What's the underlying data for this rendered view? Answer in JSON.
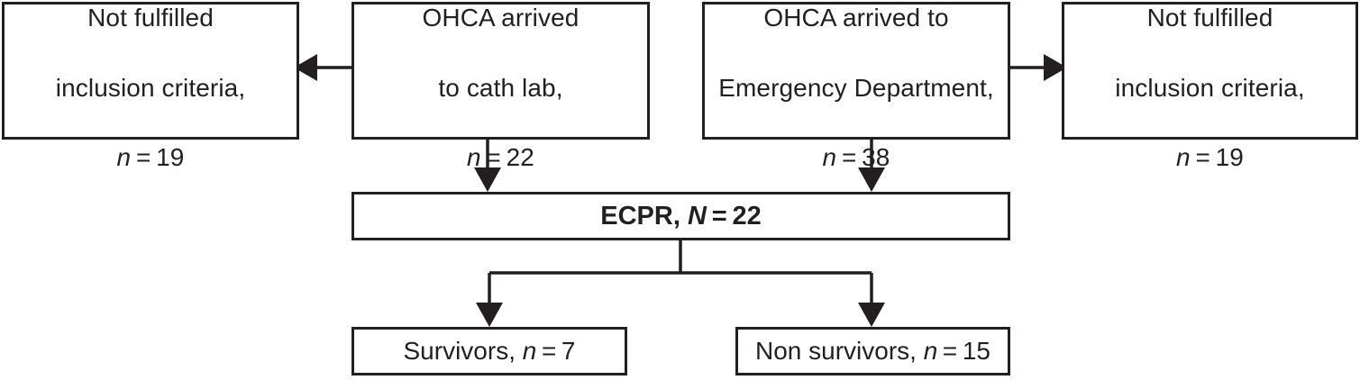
{
  "diagram": {
    "type": "flowchart",
    "title": "ECPR patient inclusion flow diagram",
    "background_color": "#ffffff",
    "line_color": "#231f20",
    "text_color": "#231f20"
  },
  "nodes": {
    "excluded_cathlab": {
      "line1": "Not fulfilled",
      "line2": "inclusion criteria,",
      "stat_symbol": "n",
      "stat_operator": "=",
      "stat_value": "19"
    },
    "arrived_cathlab": {
      "line1": "OHCA arrived",
      "line2": "to cath lab,",
      "stat_symbol": "n",
      "stat_operator": "=",
      "stat_value": "22"
    },
    "arrived_ed": {
      "line1": "OHCA arrived to",
      "line2": "Emergency Department,",
      "stat_symbol": "n",
      "stat_operator": "=",
      "stat_value": "38"
    },
    "excluded_ed": {
      "line1": "Not fulfilled",
      "line2": "inclusion criteria,",
      "stat_symbol": "n",
      "stat_operator": "=",
      "stat_value": "19"
    },
    "ecpr": {
      "label": "ECPR,",
      "stat_symbol": "N",
      "stat_operator": "=",
      "stat_value": "22"
    },
    "survivors": {
      "label": "Survivors,",
      "stat_symbol": "n",
      "stat_operator": "=",
      "stat_value": "7"
    },
    "non_survivors": {
      "label": "Non survivors,",
      "stat_symbol": "n",
      "stat_operator": "=",
      "stat_value": "15"
    }
  },
  "connectors": [
    {
      "name": "cathlab-to-excluded",
      "direction": "left",
      "from": "arrived_cathlab",
      "to": "excluded_cathlab"
    },
    {
      "name": "ed-to-excluded",
      "direction": "right",
      "from": "arrived_ed",
      "to": "excluded_ed"
    },
    {
      "name": "cathlab-to-ecpr",
      "direction": "down",
      "from": "arrived_cathlab",
      "to": "ecpr"
    },
    {
      "name": "ed-to-ecpr",
      "direction": "down",
      "from": "arrived_ed",
      "to": "ecpr"
    },
    {
      "name": "ecpr-to-survivors",
      "direction": "down",
      "from": "ecpr",
      "to": "survivors"
    },
    {
      "name": "ecpr-to-non-survivors",
      "direction": "down",
      "from": "ecpr",
      "to": "non_survivors"
    }
  ]
}
